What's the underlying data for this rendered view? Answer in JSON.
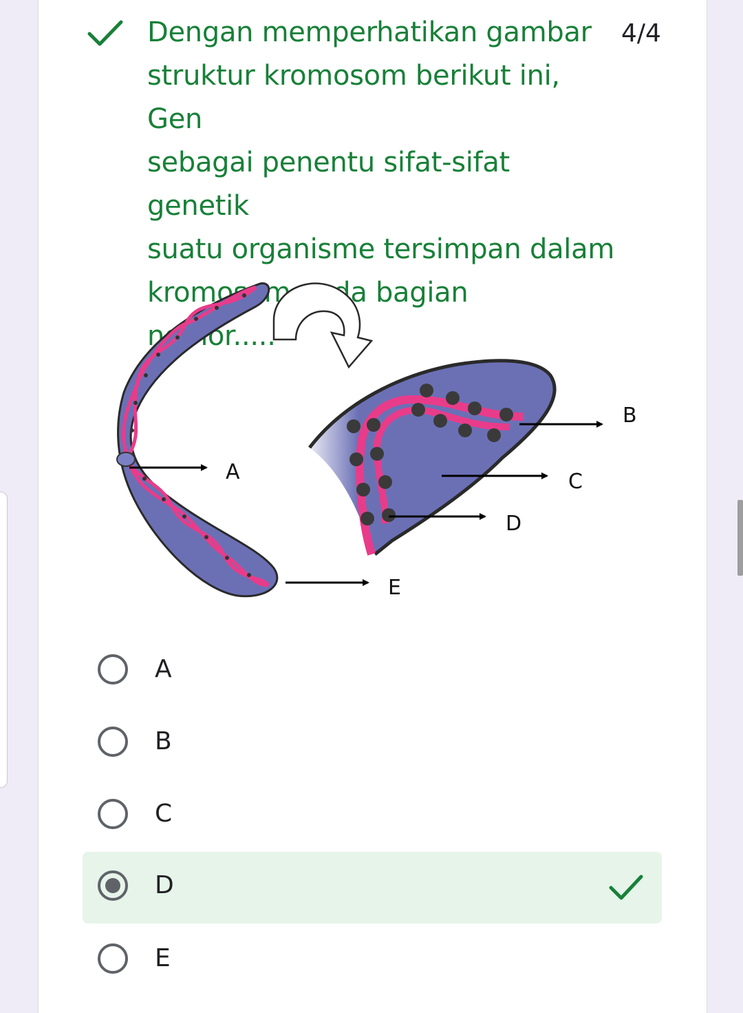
{
  "question": {
    "lines": [
      "Dengan memperhatikan gambar",
      "struktur kromosom berikut ini, Gen",
      "sebagai penentu sifat-sifat genetik",
      "suatu organisme tersimpan dalam",
      "kromosom pada bagian nomor....."
    ],
    "required_mark": "*",
    "score": "4/4",
    "status_icon": "checkmark-icon"
  },
  "figure": {
    "labels": {
      "a": "A",
      "b": "B",
      "c": "C",
      "d": "D",
      "e": "E"
    },
    "colors": {
      "body": "#6b70b5",
      "dna": "#e83c8a",
      "outline": "#2a2a2a"
    }
  },
  "options": [
    {
      "label": "A",
      "selected": false
    },
    {
      "label": "B",
      "selected": false
    },
    {
      "label": "C",
      "selected": false
    },
    {
      "label": "D",
      "selected": true,
      "correct": true
    },
    {
      "label": "E",
      "selected": false
    }
  ],
  "colors": {
    "accent_green": "#188038",
    "correct_bg": "#e6f4ea",
    "required_red": "#d93025",
    "page_bg": "#efebf7"
  }
}
